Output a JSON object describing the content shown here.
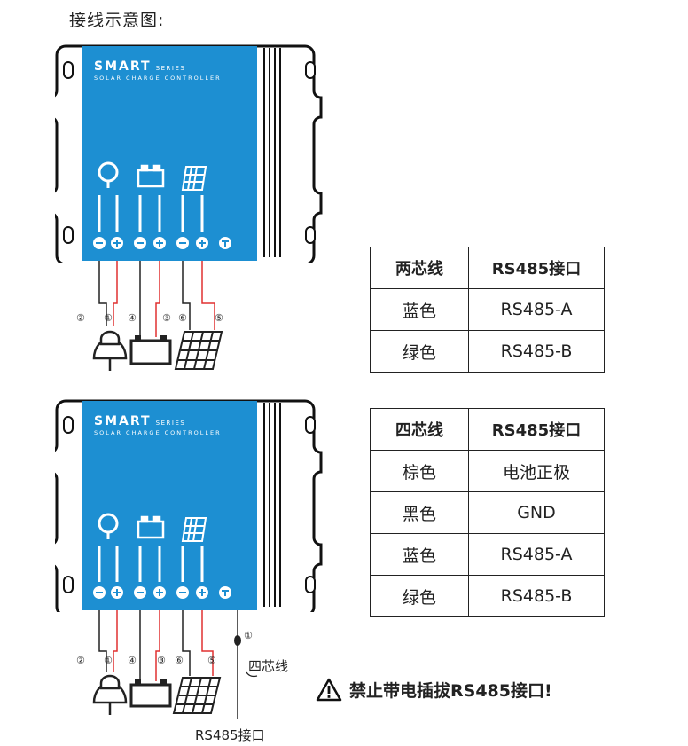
{
  "title": "接线示意图:",
  "brand": {
    "name": "SMART",
    "series": "SERIES",
    "subtitle": "SOLAR CHARGE CONTROLLER"
  },
  "terminal_numbers": [
    "①",
    "②",
    "③",
    "④",
    "⑤",
    "⑥"
  ],
  "table_two_core": {
    "headers": [
      "两芯线",
      "RS485接口"
    ],
    "rows": [
      [
        "蓝色",
        "RS485-A"
      ],
      [
        "绿色",
        "RS485-B"
      ]
    ]
  },
  "table_four_core": {
    "headers": [
      "四芯线",
      "RS485接口"
    ],
    "rows": [
      [
        "棕色",
        "电池正极"
      ],
      [
        "黑色",
        "GND"
      ],
      [
        "蓝色",
        "RS485-A"
      ],
      [
        "绿色",
        "RS485-B"
      ]
    ]
  },
  "four_core_label": "四芯线",
  "rs485_port_label": "RS485接口",
  "cable_marker": "①",
  "warning": "禁止带电插拔RS485接口!",
  "colors": {
    "panel_blue": "#1d8fd2",
    "wire_red": "#e03030",
    "wire_black": "#222222"
  }
}
